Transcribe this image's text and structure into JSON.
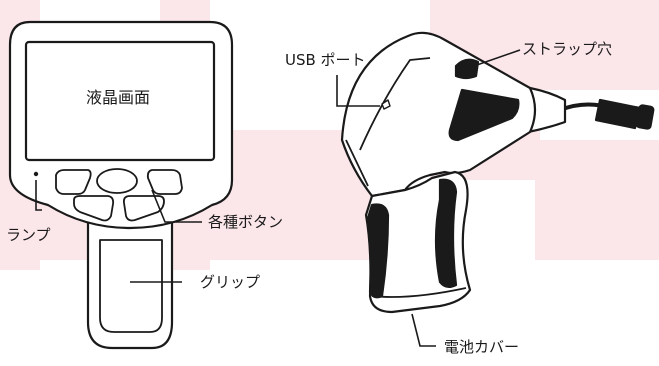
{
  "labels": {
    "screen": "液晶画面",
    "lamp": "ランプ",
    "buttons": "各種ボタン",
    "grip": "グリップ",
    "usb_port": "USB ポート",
    "strap_hole": "ストラップ穴",
    "battery_cover": "電池カバー"
  },
  "colors": {
    "background_band": "#fbe6ea",
    "outline": "#1a1a1a",
    "dark_grip": "#1a1a1a"
  }
}
